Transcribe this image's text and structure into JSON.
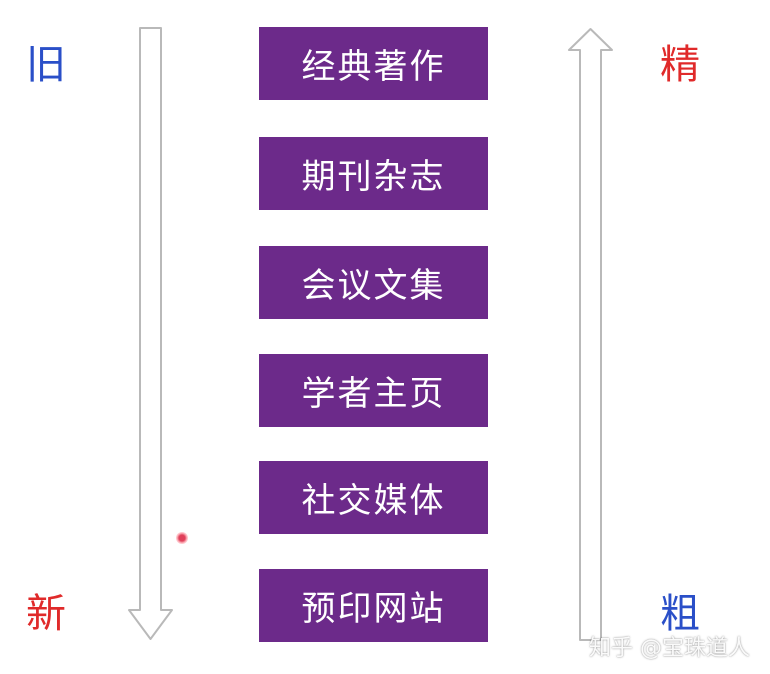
{
  "labels": {
    "old": "旧",
    "new": "新",
    "fine": "精",
    "coarse": "粗"
  },
  "sources": [
    "经典著作",
    "期刊杂志",
    "会议文集",
    "学者主页",
    "社交媒体",
    "预印网站"
  ],
  "watermark": "知乎 @宝珠道人",
  "colors": {
    "box_fill": "#6c2a8a",
    "blue_label": "#2a4fc8",
    "red_label": "#e02a2a",
    "arrow_stroke": "#b9b9b9",
    "box_text": "#ffffff"
  },
  "icons": {
    "down_arrow": "arrow-down-icon",
    "up_arrow": "arrow-up-icon"
  }
}
